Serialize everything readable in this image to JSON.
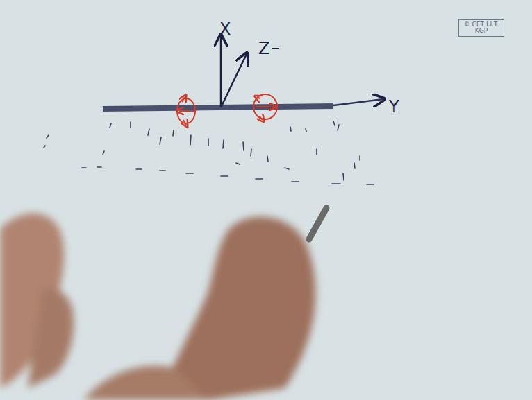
{
  "diagram": {
    "nodes": [
      {
        "text": [
          "© CET I.I.T. KGP"
        ]
      }
    ],
    "labels": [
      "X",
      "Z",
      "Y"
    ]
  }
}
